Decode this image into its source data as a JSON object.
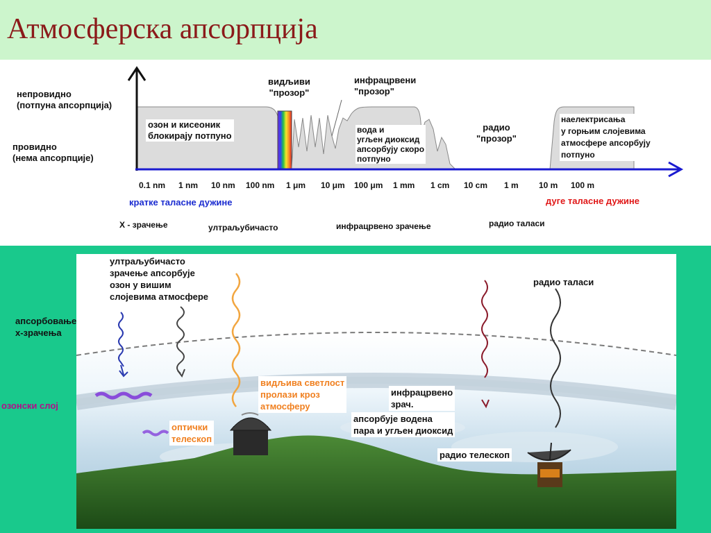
{
  "title": "Атмосферска апсорпција",
  "spectrum": {
    "opaque_label": "непровидно\n(потпуна апсорпција)",
    "transparent_label": "провидно\n(нема апсорпције)",
    "ozone_note": "озон и кисеоник\nблокирају потпуно",
    "visible_window": "видљиви\n\"прозор\"",
    "infrared_window": "инфрацрвени\n\"прозор\"",
    "water_note": "вода и\nугљен диоксид\nапсорбују скоро\nпотпуно",
    "radio_window": "радио\n\"прозор\"",
    "ionized_note": "наелектрисања\nу горњим слојевима\nатмосфере апсорбују\nпотпуно",
    "ticks": [
      "0.1 nm",
      "1 nm",
      "10 nm",
      "100 nm",
      "1 μm",
      "10 μm",
      "100 μm",
      "1 mm",
      "1 cm",
      "10 cm",
      "1 m",
      "10 m",
      "100 m"
    ],
    "short_waves": "кратке таласне дужине",
    "long_waves": "дуге таласне дужине",
    "xray": "X -  зрачење",
    "uv": "ултраљубичасто",
    "ir": "инфрацрвено зрачење",
    "radio": "радио таласи"
  },
  "scene": {
    "uv_absorb": "ултраљубичасто\nзрачење  апсорбује\nозон у вишим\nслојевима атмосфере",
    "xray_absorb": "апсорбовање\nx-зрачења",
    "ozone_layer": "озонски слој",
    "visible_passes": "видљива светлост\nпролази кроз\nатмосферу",
    "optical_telescope": "оптички\nтелескоп",
    "ir_label": "инфрацрвено\nзрач.",
    "ir_absorb": "апсорбује водена\nпара и угљен диоксид",
    "radio_waves": "радио таласи",
    "radio_telescope": "радио телескоп"
  },
  "colors": {
    "title": "#8b1a1a",
    "title_bg": "#ccf5cc",
    "band": "#19c98c",
    "axis": "#1a1ad0",
    "visible_text": "#f08020",
    "short_waves": "#1a2bd0",
    "long_waves": "#e01818",
    "ozone_text": "#b0108a"
  }
}
